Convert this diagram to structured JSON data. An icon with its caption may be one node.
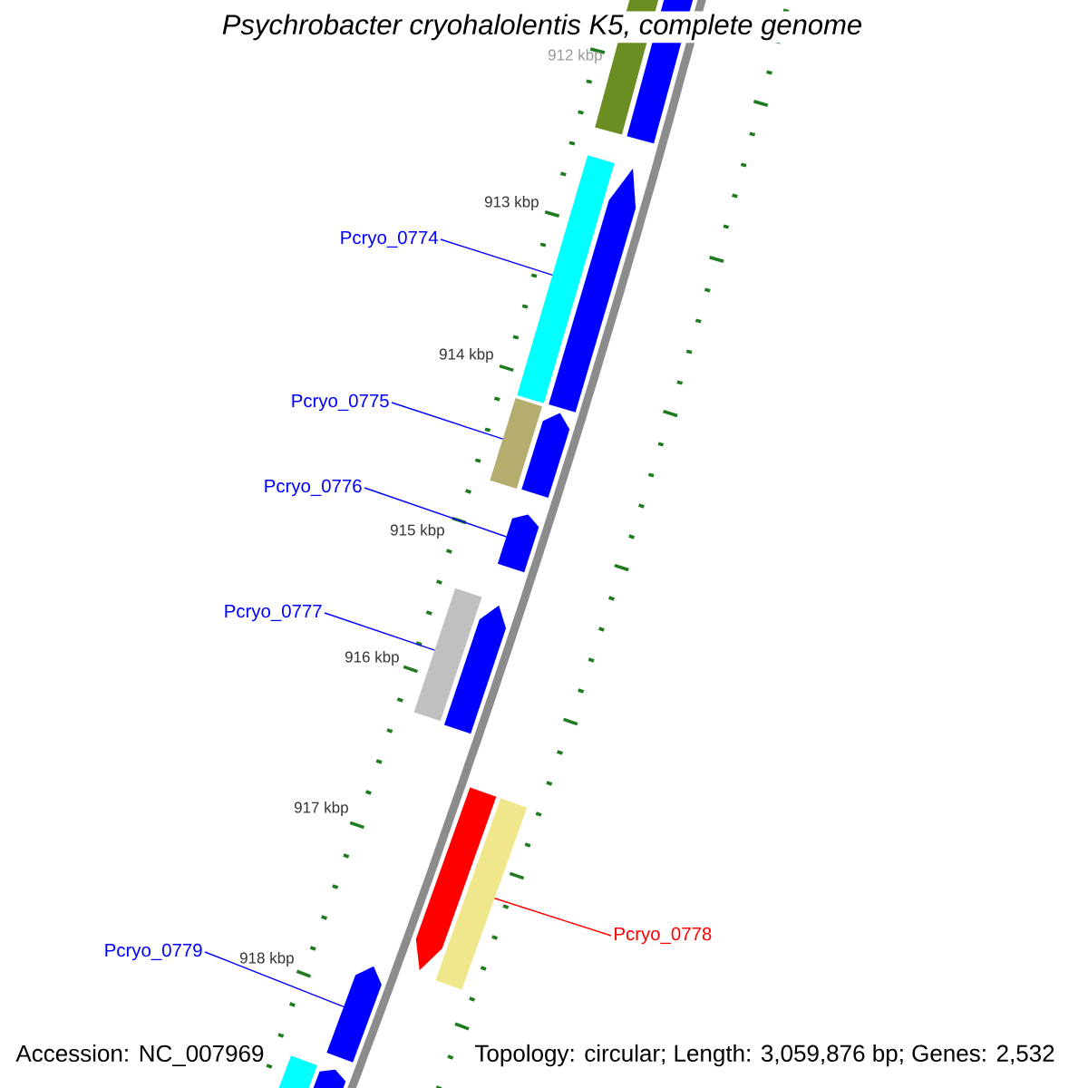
{
  "diagram": {
    "title": "Psychrobacter cryohalolentis K5, complete genome",
    "nodes": [
      {
        "text": [
          "Pcryo_0774"
        ]
      },
      {
        "text": [],
        "shape": "box"
      },
      {
        "text": [
          "Pcryo_0775"
        ]
      },
      {
        "text": [],
        "shape": "box"
      },
      {
        "text": [
          "Pcryo_0776"
        ]
      },
      {
        "text": [],
        "shape": "arrow"
      },
      {
        "text": [
          "Pcryo_0777"
        ]
      },
      {
        "text": [],
        "shape": "box"
      },
      {
        "text": [
          "Pcryo_0778"
        ]
      },
      {
        "text": [],
        "shape": "box"
      },
      {
        "text": [
          "Pcryo_0779"
        ]
      },
      {
        "text": [],
        "shape": "arrow"
      },
      {
        "text": [],
        "shape": "box"
      },
      {
        "text": [],
        "shape": "box"
      },
      {
        "text": [],
        "shape": "arrow"
      },
      {
        "text": [],
        "shape": "arrow"
      },
      {
        "text": [],
        "shape": "arrow"
      },
      {
        "text": [],
        "shape": "arrow"
      },
      {
        "text": [],
        "shape": "box"
      },
      {
        "text": [],
        "shape": "arrow"
      }
    ],
    "edges": [
      {
        "from": 0,
        "to": 1,
        "arrow": "none"
      },
      {
        "from": 2,
        "to": 3,
        "arrow": "none"
      },
      {
        "from": 4,
        "to": 5,
        "arrow": "none"
      },
      {
        "from": 6,
        "to": 7,
        "arrow": "none"
      },
      {
        "from": 8,
        "to": 9,
        "arrow": "none",
        "color": "#ff0000"
      },
      {
        "from": 10,
        "to": 11,
        "arrow": "none"
      }
    ],
    "labels": [
      "912 kbp",
      "913 kbp",
      "914 kbp",
      "915 kbp",
      "916 kbp",
      "917 kbp",
      "918 kbp",
      "Accession: NC_007969",
      "Topology: circular; Length: 3,059,876 bp; Genes: 2,532"
    ]
  }
}
